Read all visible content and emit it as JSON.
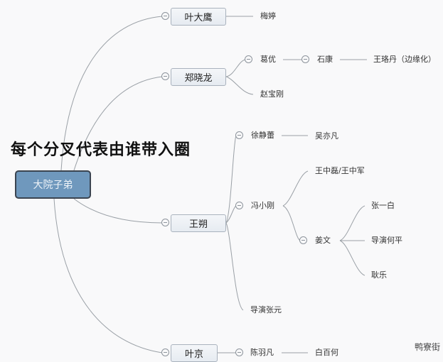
{
  "title": "每个分叉代表由谁带入圈",
  "central": {
    "label": "大院子弟"
  },
  "branches": [
    {
      "label": "叶大鹰",
      "children": [
        {
          "label": "梅婷"
        }
      ]
    },
    {
      "label": "郑晓龙",
      "children": [
        {
          "label": "葛优",
          "children": [
            {
              "label": "石康",
              "children": [
                {
                  "label": "王珞丹（边缘化）"
                }
              ]
            }
          ]
        },
        {
          "label": "赵宝刚"
        }
      ]
    },
    {
      "label": "王朔",
      "children": [
        {
          "label": "徐静蕾",
          "children": [
            {
              "label": "吴亦凡"
            }
          ]
        },
        {
          "label": "冯小刚",
          "children": [
            {
              "label": "王中磊/王中军"
            },
            {
              "label": "姜文",
              "children": [
                {
                  "label": "张一白"
                },
                {
                  "label": "导演何平"
                },
                {
                  "label": "耿乐"
                }
              ]
            }
          ]
        },
        {
          "label": "导演张元"
        }
      ]
    },
    {
      "label": "叶京",
      "children": [
        {
          "label": "陈羽凡",
          "children": [
            {
              "label": "白百何"
            }
          ]
        }
      ]
    }
  ],
  "watermark": "鸭寮街",
  "colors": {
    "central_fill": "#6f98bd",
    "central_border": "#3b4450",
    "line": "#9aa0a6",
    "background": "#f9f9fa"
  }
}
